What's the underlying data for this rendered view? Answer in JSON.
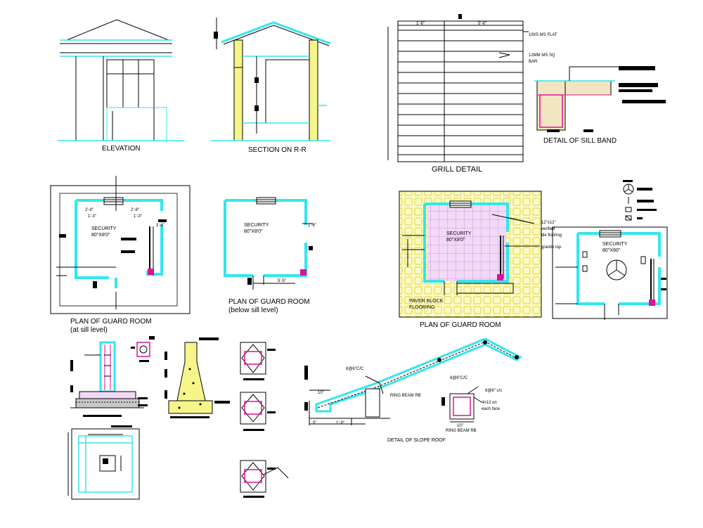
{
  "titles": {
    "elevation": "ELEVATION",
    "section": "SECTION ON R-R",
    "grill": "GRILL DETAIL",
    "sill_band": "DETAIL OF SILL BAND",
    "plan_sill_1": "PLAN OF GUARD ROOM",
    "plan_sill_2": "(at sill level)",
    "plan_below_1": "PLAN OF GUARD ROOM",
    "plan_below_2": "(below sill level)",
    "plan_floor": "PLAN OF GUARD ROOM",
    "slope_roof": "DETAIL OF SLOPE ROOF"
  },
  "grill_notes": {
    "dim_left": "1'-6\"",
    "dim_right": "5'-6\"",
    "flat": "19X5 MS FLAT",
    "bar_1": "12MM MS SQ",
    "bar_2": "BAR"
  },
  "rooms": {
    "room_label": "SECURITY",
    "room_size_a": "80\"X8'0\"",
    "room_size_b": "80\"X8'0\"",
    "room_size_c": "80\"X8'0\"",
    "room_size_d": "80\"X80\""
  },
  "plan_sill_dims": {
    "d1": "2'-8\"",
    "d2": "1'-3\"",
    "d3": "2'-8\"",
    "d4": "1'-3\"",
    "d5": "1'-6\""
  },
  "plan_below_dims": {
    "d1": "1'-6\"",
    "d2": "5'-5\""
  },
  "floor_notes": {
    "tile_1": "12\"x12\"",
    "tile_2": "verified",
    "tile_3": "tile flooring",
    "granite": "granite top",
    "paver_1": "PAVER BLOCK",
    "paver_2": "FLOORING"
  },
  "roof_notes": {
    "bar_a": "8@6\"C/C",
    "bar_b": "8@6\"C/C",
    "bar_c": "8@6\" c/c",
    "ring_beam_1": "RING BEAM RB",
    "ring_beam_2": "RING BEAM RB",
    "bar_d_1": "4#12 on",
    "bar_d_2": "each face",
    "dim_10a": "10\"",
    "dim_10b": "10\"",
    "dim_19": "1'-9\"",
    "dim_5": "5\""
  },
  "colors": {
    "cyan": "#33e6ee",
    "yellow": "#f5f58a",
    "magenta": "#e0109a",
    "lilac": "#e0b8f0",
    "sill_fill": "#f2e6c2"
  }
}
